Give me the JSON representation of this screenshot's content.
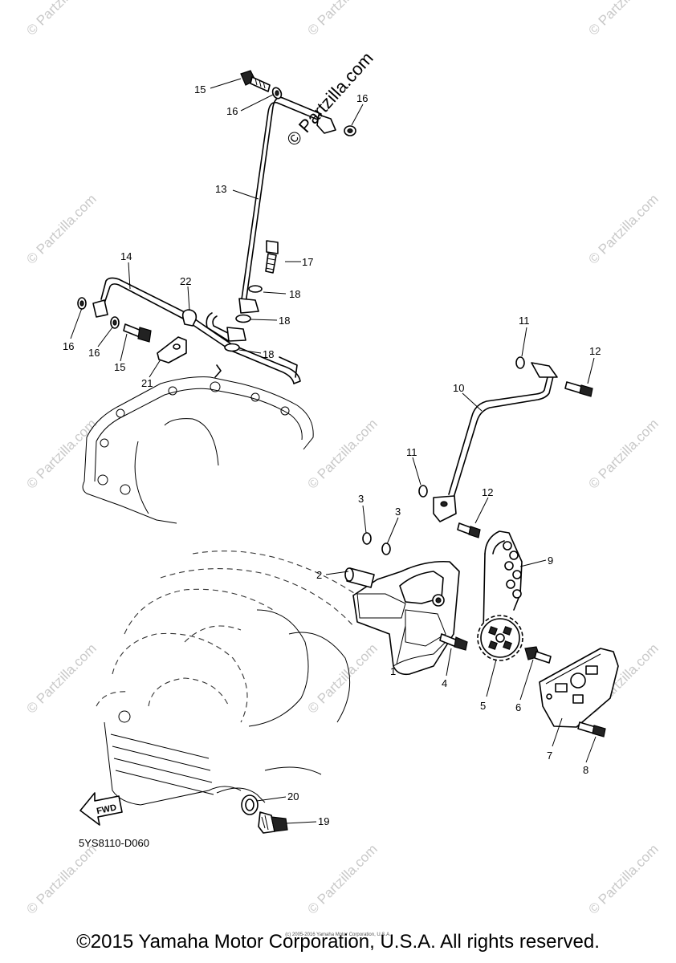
{
  "watermark_text": "© Partzilla.com",
  "diagram_code": "5YS8110-D060",
  "fwd_label": "FWD",
  "small_copyright": "(c) 2005-2016 Yamaha Motor Corporation, U.S.A.",
  "copyright": "©2015 Yamaha Motor Corporation, U.S.A. All rights reserved.",
  "callouts": {
    "c1": "1",
    "c2": "2",
    "c3a": "3",
    "c3b": "3",
    "c4": "4",
    "c5": "5",
    "c6": "6",
    "c7": "7",
    "c8": "8",
    "c9": "9",
    "c10": "10",
    "c11a": "11",
    "c11b": "11",
    "c12a": "12",
    "c12b": "12",
    "c13": "13",
    "c14": "14",
    "c15a": "15",
    "c15b": "15",
    "c16a": "16",
    "c16b": "16",
    "c16c": "16",
    "c16d": "16",
    "c17": "17",
    "c18a": "18",
    "c18b": "18",
    "c18c": "18",
    "c19": "19",
    "c20": "20",
    "c21": "21",
    "c22": "22"
  }
}
